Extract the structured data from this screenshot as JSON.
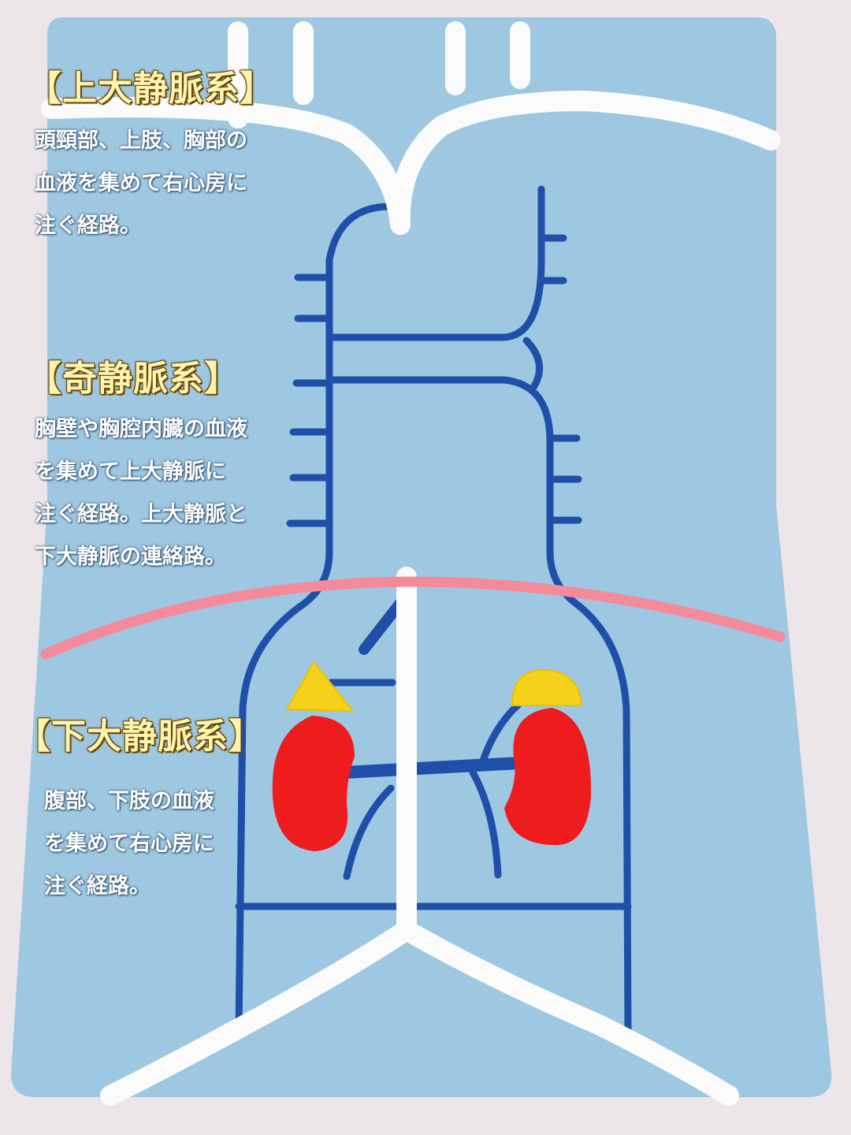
{
  "sections": [
    {
      "id": "svc",
      "title": "【上大静脈系】",
      "lines": [
        "頭頸部、上肢、胸部の",
        "血液を集めて右心房に",
        "注ぐ経路。"
      ]
    },
    {
      "id": "azygos",
      "title": "【奇静脈系】",
      "lines": [
        "胸壁や胸腔内臓の血液",
        "を集めて上大静脈に",
        "注ぐ経路。上大静脈と",
        "下大静脈の連絡路。"
      ]
    },
    {
      "id": "ivc",
      "title": "【下大静脈系】",
      "lines": [
        "腹部、下肢の血液",
        "を集めて右心房に",
        "注ぐ経路。"
      ]
    }
  ],
  "colors": {
    "board": "#9ec7e2",
    "vein_blue": "#1f4fa8",
    "vena_cava_white": "#fbfbfb",
    "diaphragm_pink": "#f48a9a",
    "kidney_red": "#ee1c1c",
    "adrenal_yellow": "#f7d21a",
    "heading_text": "#fff3b0"
  },
  "icons": [
    "kidney-left-icon",
    "kidney-right-icon",
    "adrenal-gland-left-icon",
    "adrenal-gland-right-icon"
  ]
}
